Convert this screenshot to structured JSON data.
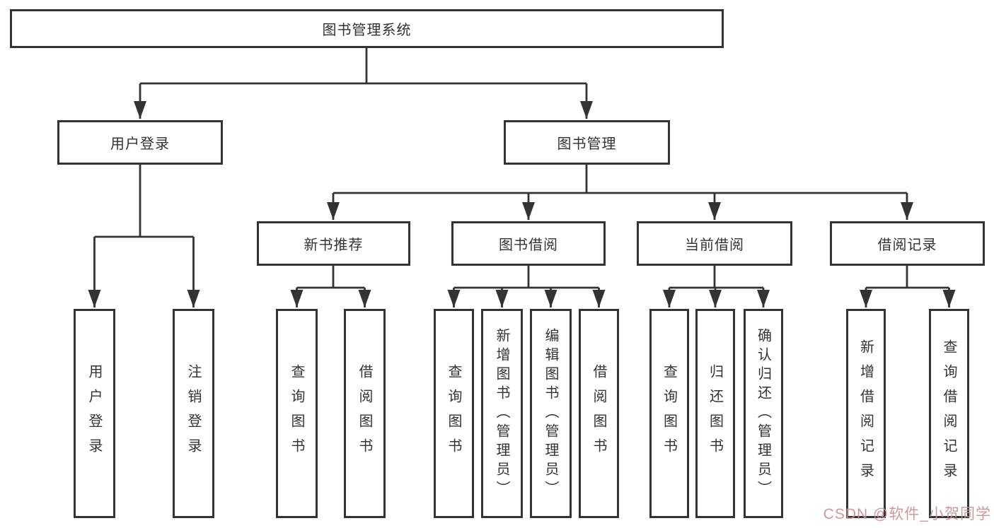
{
  "tree": {
    "root": {
      "label": "图书管理系统"
    },
    "level2": [
      {
        "label": "用户登录"
      },
      {
        "label": "图书管理"
      }
    ],
    "level3": [
      {
        "label": "新书推荐"
      },
      {
        "label": "图书借阅"
      },
      {
        "label": "当前借阅"
      },
      {
        "label": "借阅记录"
      }
    ],
    "leafGroups": [
      {
        "parent": "用户登录",
        "children": [
          "用户登录",
          "注销登录"
        ]
      },
      {
        "parent": "新书推荐",
        "children": [
          "查询图书",
          "借阅图书"
        ]
      },
      {
        "parent": "图书借阅",
        "children": [
          "查询图书",
          "新增图书（管理员）",
          "编辑图书（管理员）",
          "借阅图书"
        ]
      },
      {
        "parent": "当前借阅",
        "children": [
          "查询图书",
          "归还图书",
          "确认归还（管理员）"
        ]
      },
      {
        "parent": "借阅记录",
        "children": [
          "新增借阅记录",
          "查询借阅记录"
        ]
      }
    ]
  },
  "watermark": {
    "text": "CSDN @软件_小贺同学",
    "color": "#c98f8f"
  },
  "colors": {
    "line": "#333333",
    "border": "#333333",
    "text": "#333333",
    "background": "#ffffff"
  }
}
